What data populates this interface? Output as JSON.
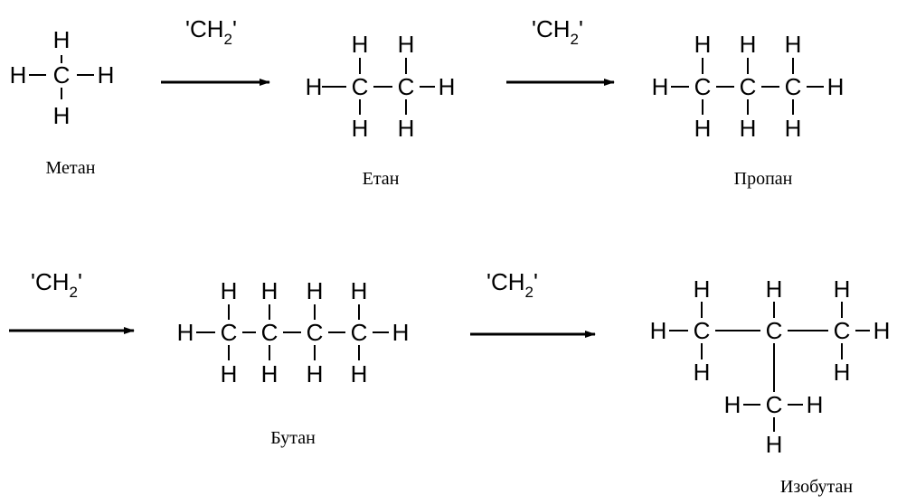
{
  "atoms": {
    "carbon": "C",
    "hydrogen": "H"
  },
  "reagent": {
    "prefix": "'CH",
    "subscript": "2",
    "suffix": "'"
  },
  "molecules": [
    {
      "id": "methane",
      "name": "Метан"
    },
    {
      "id": "ethane",
      "name": "Етан"
    },
    {
      "id": "propane",
      "name": "Пропан"
    },
    {
      "id": "butane",
      "name": "Бутан"
    },
    {
      "id": "isobutane",
      "name": "Изобутан"
    }
  ],
  "colors": {
    "ink": "#000000",
    "background": "#ffffff"
  }
}
